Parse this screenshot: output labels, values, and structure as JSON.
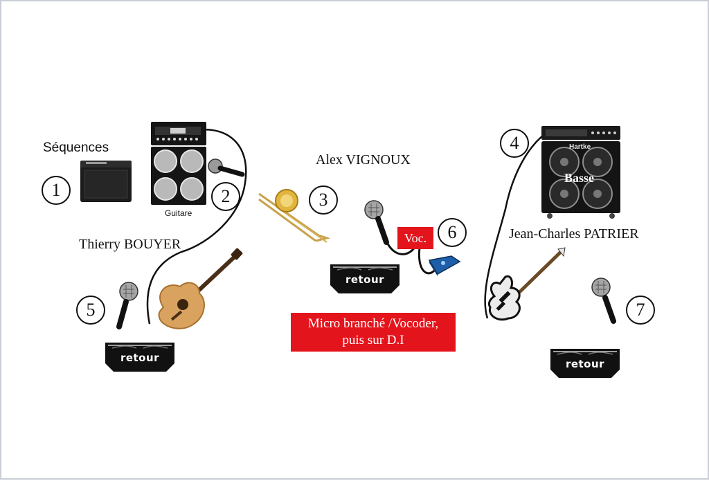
{
  "labels": {
    "sequences": "Séquences",
    "guitare": "Guitare",
    "basse": "Basse",
    "hartke": "Hartke",
    "voc": "Voc.",
    "note_line1": "Micro branché /Vocoder,",
    "note_line2": "puis sur D.I"
  },
  "musicians": {
    "left": "Thierry BOUYER",
    "center": "Alex VIGNOUX",
    "right": "Jean-Charles PATRIER"
  },
  "inputs": [
    "1",
    "2",
    "3",
    "4",
    "5",
    "6",
    "7"
  ],
  "monitors": [
    "retour",
    "retour",
    "retour"
  ],
  "colors": {
    "accent_red": "#e4141c",
    "line": "#111111"
  },
  "icons": [
    "keyboard-amp-icon",
    "guitar-amp-stack-icon",
    "microphone-icon",
    "trombone-icon",
    "bass-amp-icon",
    "acoustic-guitar-icon",
    "bass-guitar-icon",
    "di-box-icon",
    "wedge-monitor-icon"
  ]
}
